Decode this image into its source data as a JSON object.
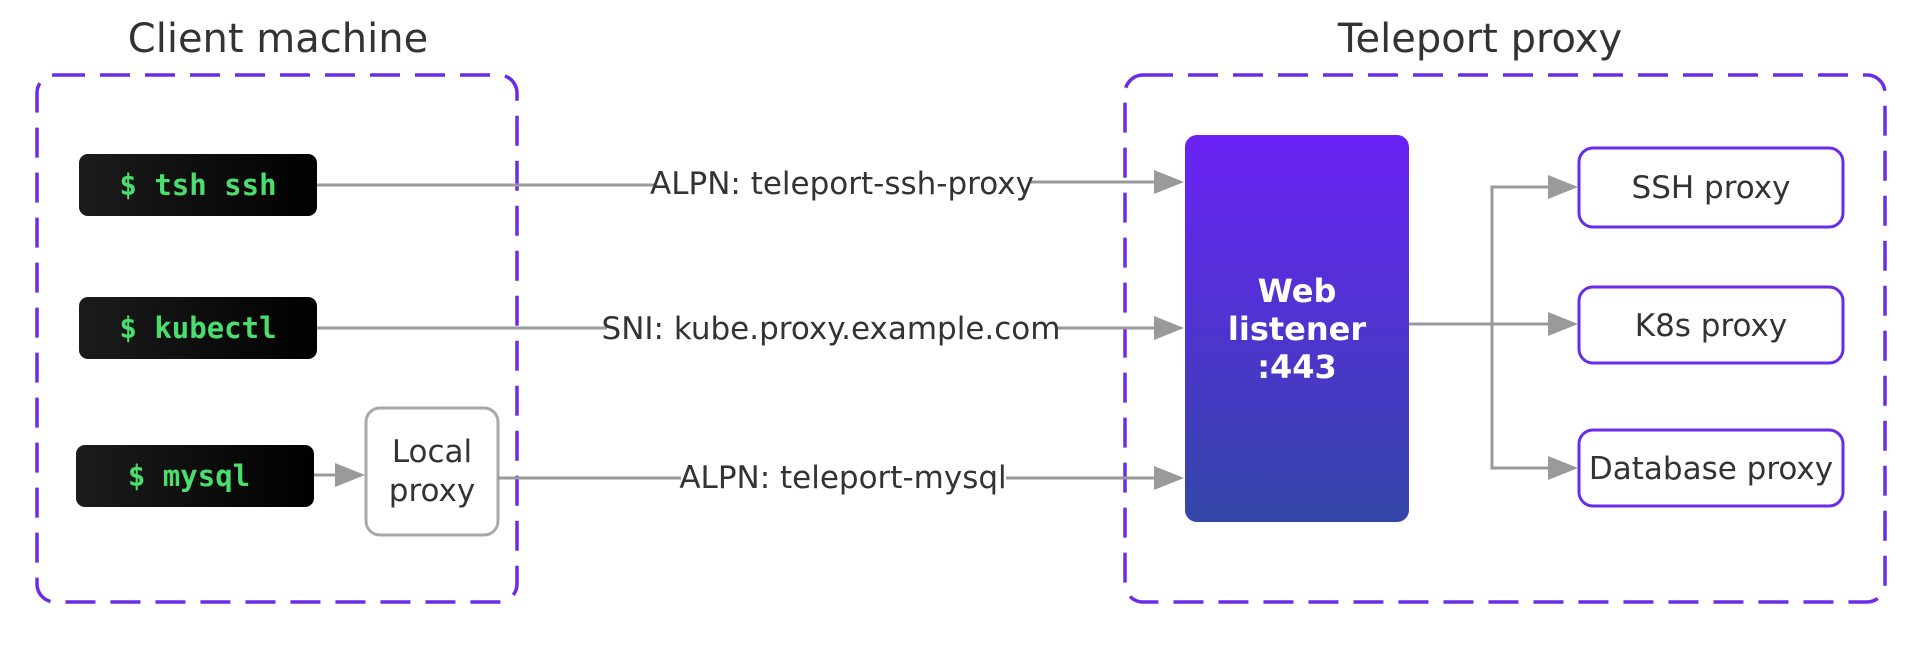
{
  "groups": {
    "client": {
      "title": "Client machine"
    },
    "proxy": {
      "title": "Teleport proxy"
    }
  },
  "terminals": {
    "ssh": "$ tsh ssh",
    "kubectl": "$ kubectl",
    "mysql": "$ mysql"
  },
  "local_proxy": {
    "line1": "Local",
    "line2": "proxy"
  },
  "edges": {
    "ssh": "ALPN: teleport-ssh-proxy",
    "kube": "SNI: kube.proxy.example.com",
    "mysql": "ALPN: teleport-mysql"
  },
  "web_listener": {
    "line1": "Web",
    "line2": "listener",
    "line3": ":443"
  },
  "services": {
    "ssh": "SSH proxy",
    "k8s": "K8s proxy",
    "database": "Database proxy"
  },
  "colors": {
    "group_border": "#6b2ce8",
    "terminal_bg_start": "#1c1c1c",
    "terminal_bg_end": "#000000",
    "terminal_text": "#4ade6e",
    "web_top": "#6a22f5",
    "web_bottom": "#3346a8",
    "service_border": "#6b2ce8",
    "arrow": "#9a9a9a"
  }
}
